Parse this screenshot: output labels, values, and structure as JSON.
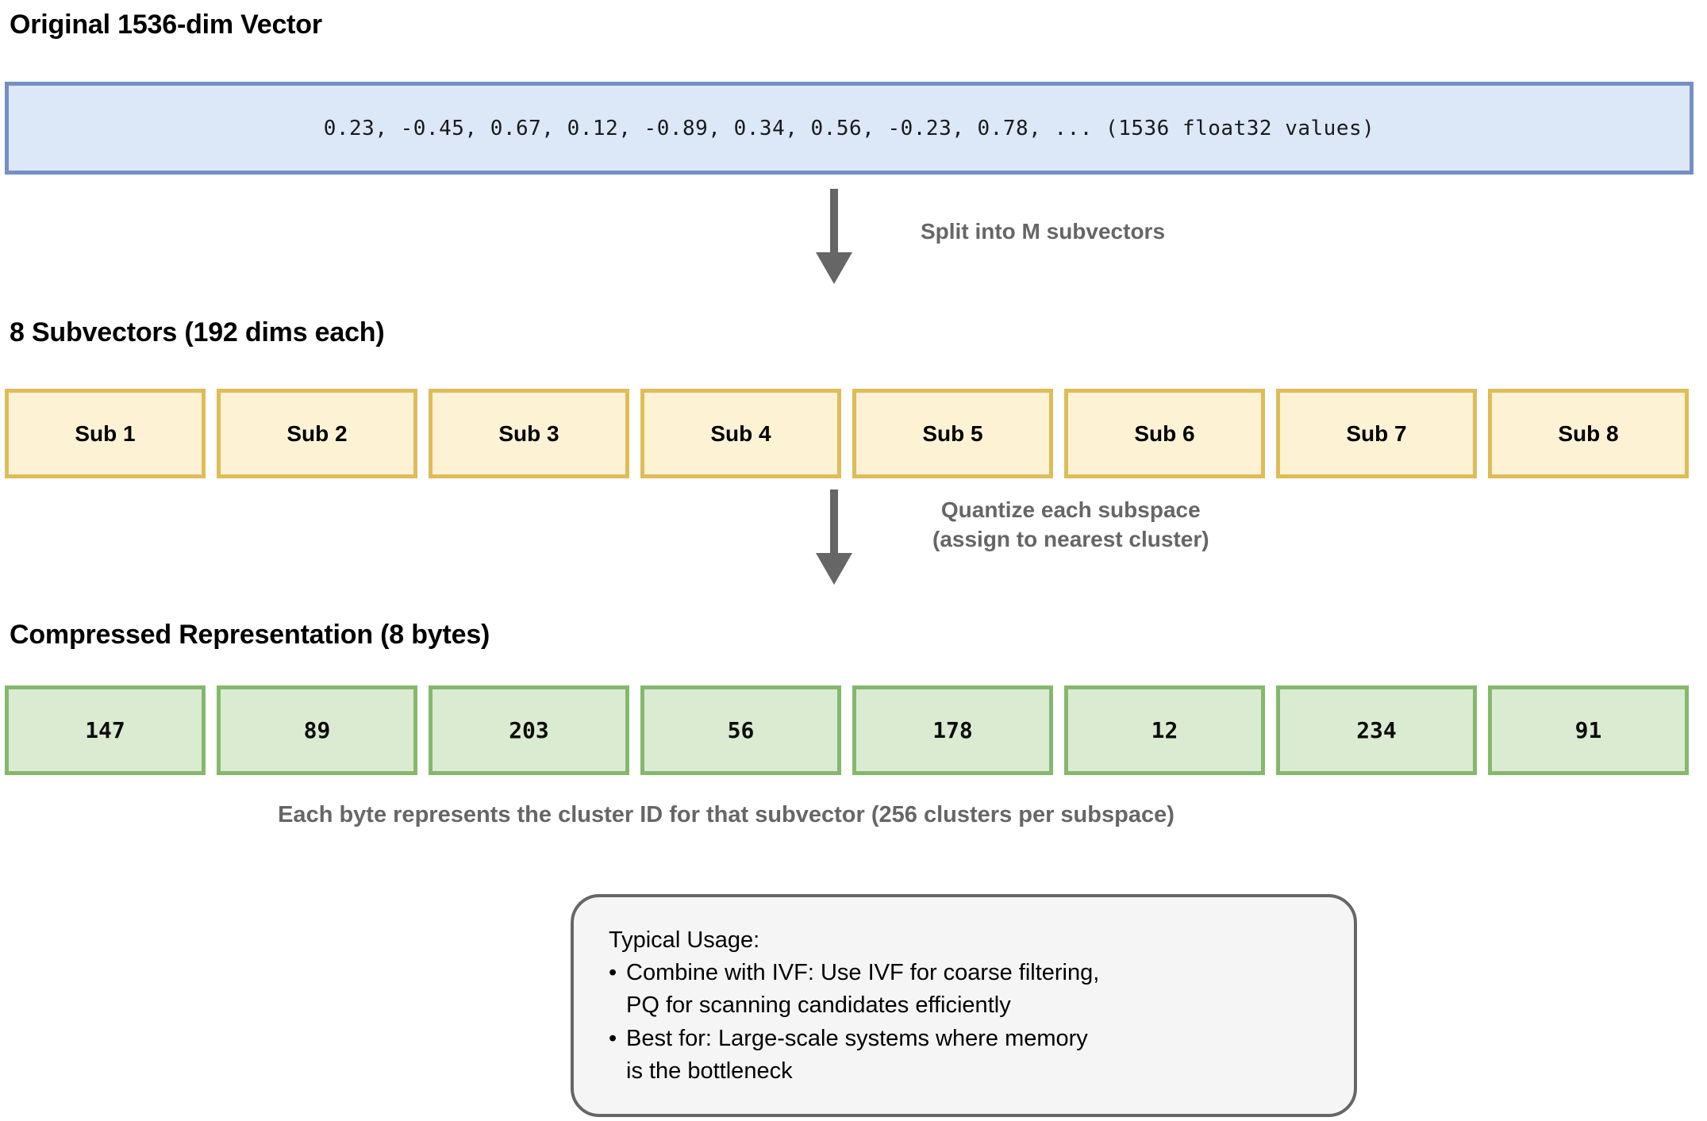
{
  "diagram": {
    "title_original": "Original 1536-dim Vector",
    "title_subvectors": "8 Subvectors (192 dims each)",
    "title_compressed": "Compressed Representation (8 bytes)",
    "original_vector_text": "0.23, -0.45, 0.67, 0.12, -0.89, 0.34, 0.56, -0.23, 0.78, ... (1536 float32 values)",
    "arrow_split_label": "Split into M subvectors",
    "arrow_quantize_label_line1": "Quantize each subspace",
    "arrow_quantize_label_line2": "(assign to nearest cluster)",
    "byte_caption": "Each byte represents the cluster ID for that subvector (256 clusters per subspace)",
    "subvectors": [
      {
        "label": "Sub 1"
      },
      {
        "label": "Sub 2"
      },
      {
        "label": "Sub 3"
      },
      {
        "label": "Sub 4"
      },
      {
        "label": "Sub 5"
      },
      {
        "label": "Sub 6"
      },
      {
        "label": "Sub 7"
      },
      {
        "label": "Sub 8"
      }
    ],
    "bytes": [
      {
        "value": "147"
      },
      {
        "value": "89"
      },
      {
        "value": "203"
      },
      {
        "value": "56"
      },
      {
        "value": "178"
      },
      {
        "value": "12"
      },
      {
        "value": "234"
      },
      {
        "value": "91"
      }
    ],
    "callout": {
      "title": "Typical Usage:",
      "items": [
        "Combine with IVF: Use IVF for coarse filtering,\nPQ for scanning candidates efficiently",
        "Best for: Large-scale systems where memory\nis the bottleneck"
      ],
      "bullet": "•"
    },
    "colors": {
      "vector_fill": "#dce7f8",
      "vector_border": "#7490c2",
      "subvector_fill": "#fdf2d3",
      "subvector_border": "#dfbc59",
      "byte_fill": "#dbebd2",
      "byte_border": "#85b86d",
      "arrow": "#666666",
      "label_gray": "#666666",
      "callout_fill": "#f5f5f5",
      "callout_border": "#666666"
    }
  }
}
